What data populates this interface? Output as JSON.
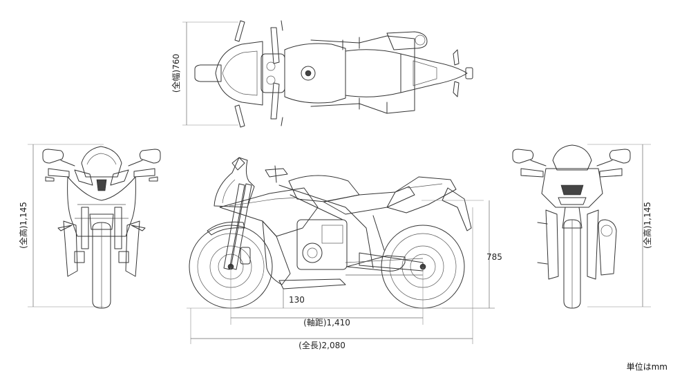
{
  "dimensions": {
    "overall_width": "(全幅)760",
    "overall_height_front": "(全高)1,145",
    "overall_height_rear": "(全高)1,145",
    "seat_height": "785",
    "ground_clearance": "130",
    "wheelbase": "(軸距)1,410",
    "overall_length": "(全長)2,080"
  },
  "unit_note": "単位はmm"
}
